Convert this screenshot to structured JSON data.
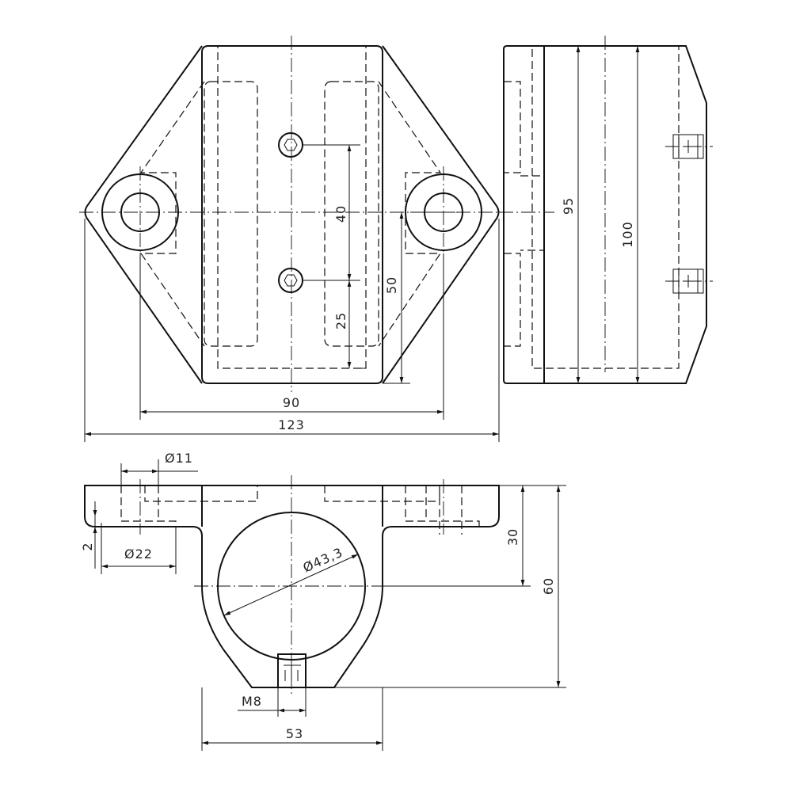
{
  "drawing": {
    "top_view": {
      "dim_40": "40",
      "dim_25": "25",
      "dim_50": "50",
      "dim_90": "90",
      "dim_123": "123"
    },
    "side_view": {
      "dim_95": "95",
      "dim_100": "100"
    },
    "front_view": {
      "dim_d11": "Ø11",
      "dim_d22": "Ø22",
      "dim_2": "2",
      "dim_d43": "Ø43,3",
      "dim_30": "30",
      "dim_60": "60",
      "dim_m8": "M8",
      "dim_53": "53"
    },
    "line_color": "#111111"
  }
}
